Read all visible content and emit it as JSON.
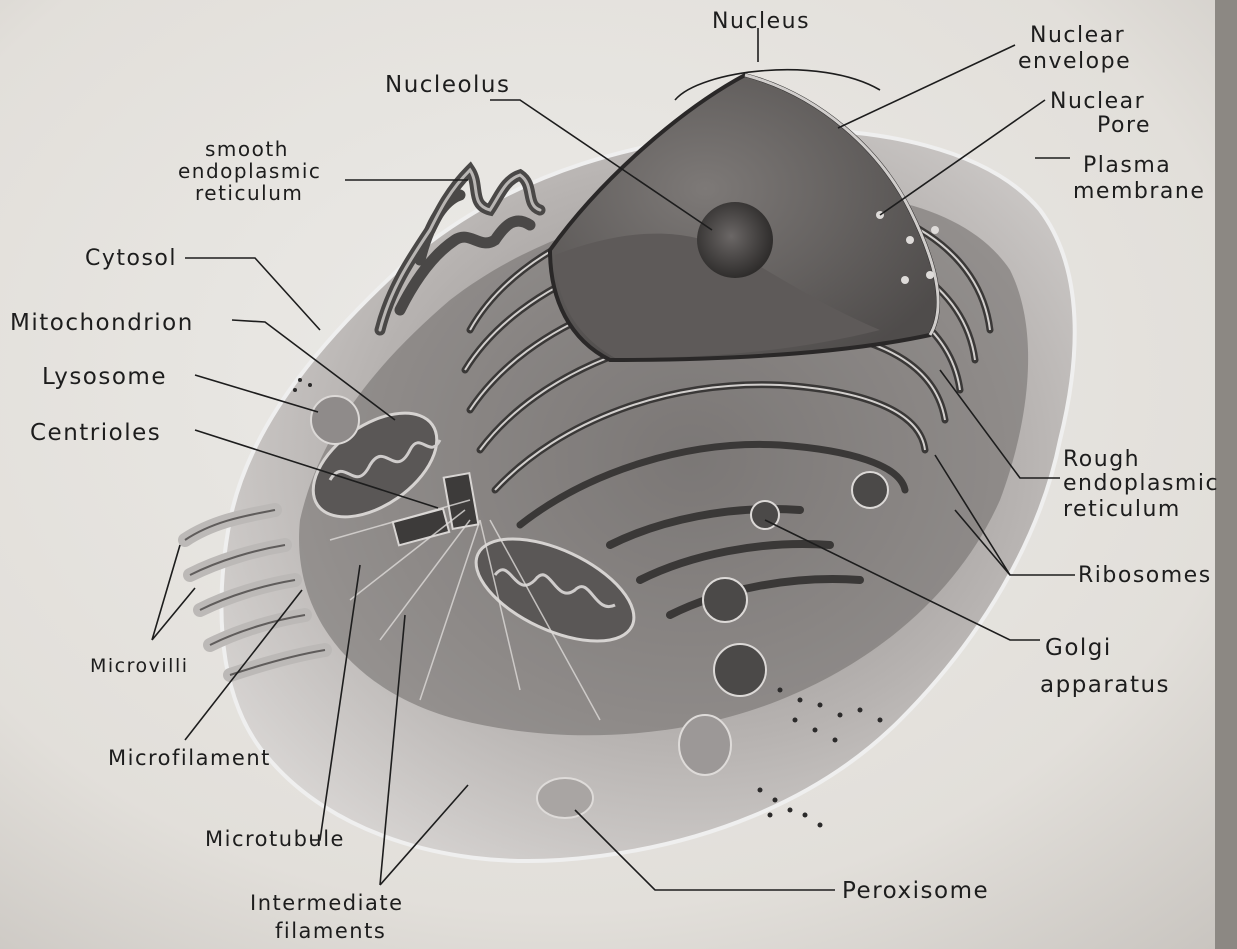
{
  "labels": {
    "nucleus": "Nucleus",
    "nuclear_envelope_l1": "Nuclear",
    "nuclear_envelope_l2": "envelope",
    "nucleolus": "Nucleolus",
    "nuclear_pore_l1": "Nuclear",
    "nuclear_pore_l2": "Pore",
    "smooth_er_l1": "smooth",
    "smooth_er_l2": "endoplasmic",
    "smooth_er_l3": "reticulum",
    "plasma_membrane_l1": "Plasma",
    "plasma_membrane_l2": "membrane",
    "cytosol": "Cytosol",
    "mitochondrion": "Mitochondrion",
    "lysosome": "Lysosome",
    "centrioles": "Centrioles",
    "rough_er_l1": "Rough",
    "rough_er_l2": "endoplasmic",
    "rough_er_l3": "reticulum",
    "ribosomes": "Ribosomes",
    "golgi_l1": "Golgi",
    "golgi_l2": "apparatus",
    "microvilli": "Microvilli",
    "microfilament": "Microfilament",
    "microtubule": "Microtubule",
    "intermediate_l1": "Intermediate",
    "intermediate_l2": "filaments",
    "peroxisome": "Peroxisome"
  },
  "colors": {
    "paper": "#e6e3de",
    "ink": "#1d1d1d",
    "cell_light": "#cfcccb",
    "cell_dark": "#5a5756",
    "nucleus": "#6d6968"
  }
}
